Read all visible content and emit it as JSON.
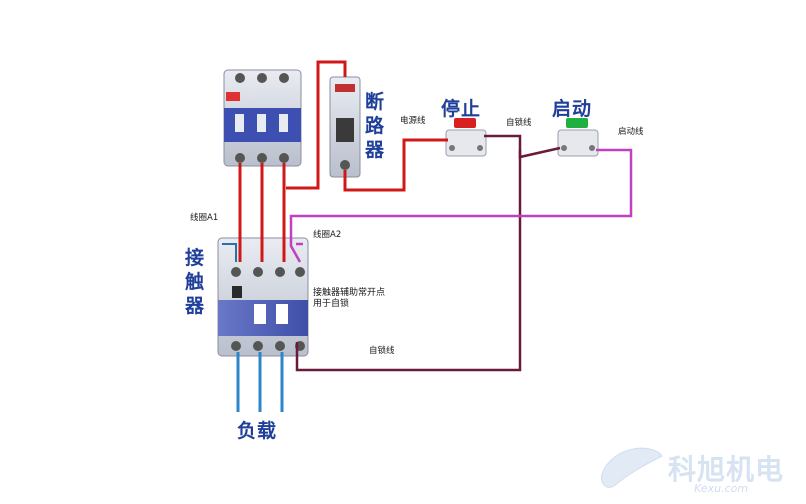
{
  "labels": {
    "breaker": "断路器",
    "stop": "停止",
    "start": "启动",
    "contactor": "接触器",
    "load": "负载",
    "power_wire": "电源线",
    "self_lock_top": "自锁线",
    "start_wire": "启动线",
    "coil_a1": "线圈A1",
    "coil_a2": "线圈A2",
    "aux_contact": "接触器辅助常开点用于自锁",
    "self_lock_bottom": "自锁线"
  },
  "watermark": {
    "cn": "科旭机电",
    "en": "Kexu.com"
  },
  "colors": {
    "power_wire": "#d01818",
    "coil_wire": "#c040c0",
    "self_lock_wire": "#6a1a3a",
    "load_wire": "#2e86c8",
    "label_blue": "#1f3f9a",
    "stop_button": "#d82020",
    "start_button": "#20b040"
  }
}
